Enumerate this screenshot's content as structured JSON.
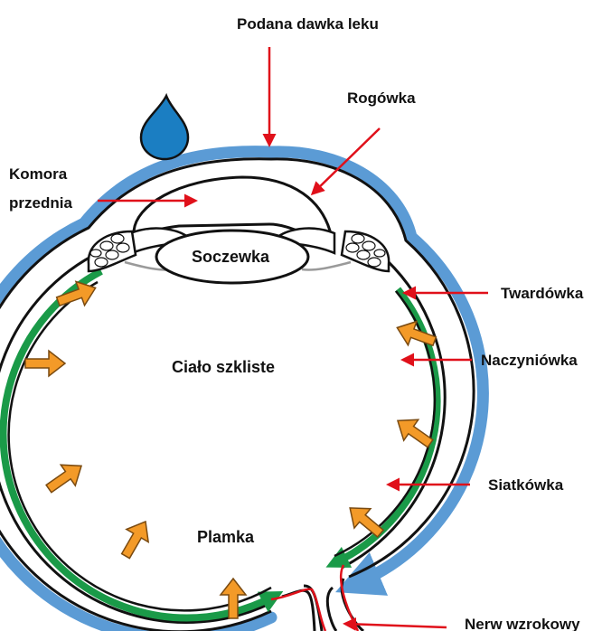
{
  "labels": {
    "dose": "Podana dawka leku",
    "cornea": "Rogówka",
    "anterior_line1": "Komora",
    "anterior_line2": "przednia",
    "lens": "Soczewka",
    "sclera": "Twardówka",
    "choroid": "Naczyniówka",
    "vitreous": "Ciało szkliste",
    "retina": "Siatkówka",
    "macula": "Plamka",
    "optic_nerve": "Nerw wzrokowy"
  },
  "colors": {
    "sclera_blue": "#5b9bd5",
    "choroid_green": "#1a9a48",
    "retina_red": "#e0101a",
    "arrow_orange": "#f39a28",
    "arrow_outline": "#7a4a10",
    "pointer_red": "#e0101a",
    "drop_blue": "#1b7ec2",
    "outline": "#111111",
    "ciliary_gray": "#9a9a9a"
  }
}
